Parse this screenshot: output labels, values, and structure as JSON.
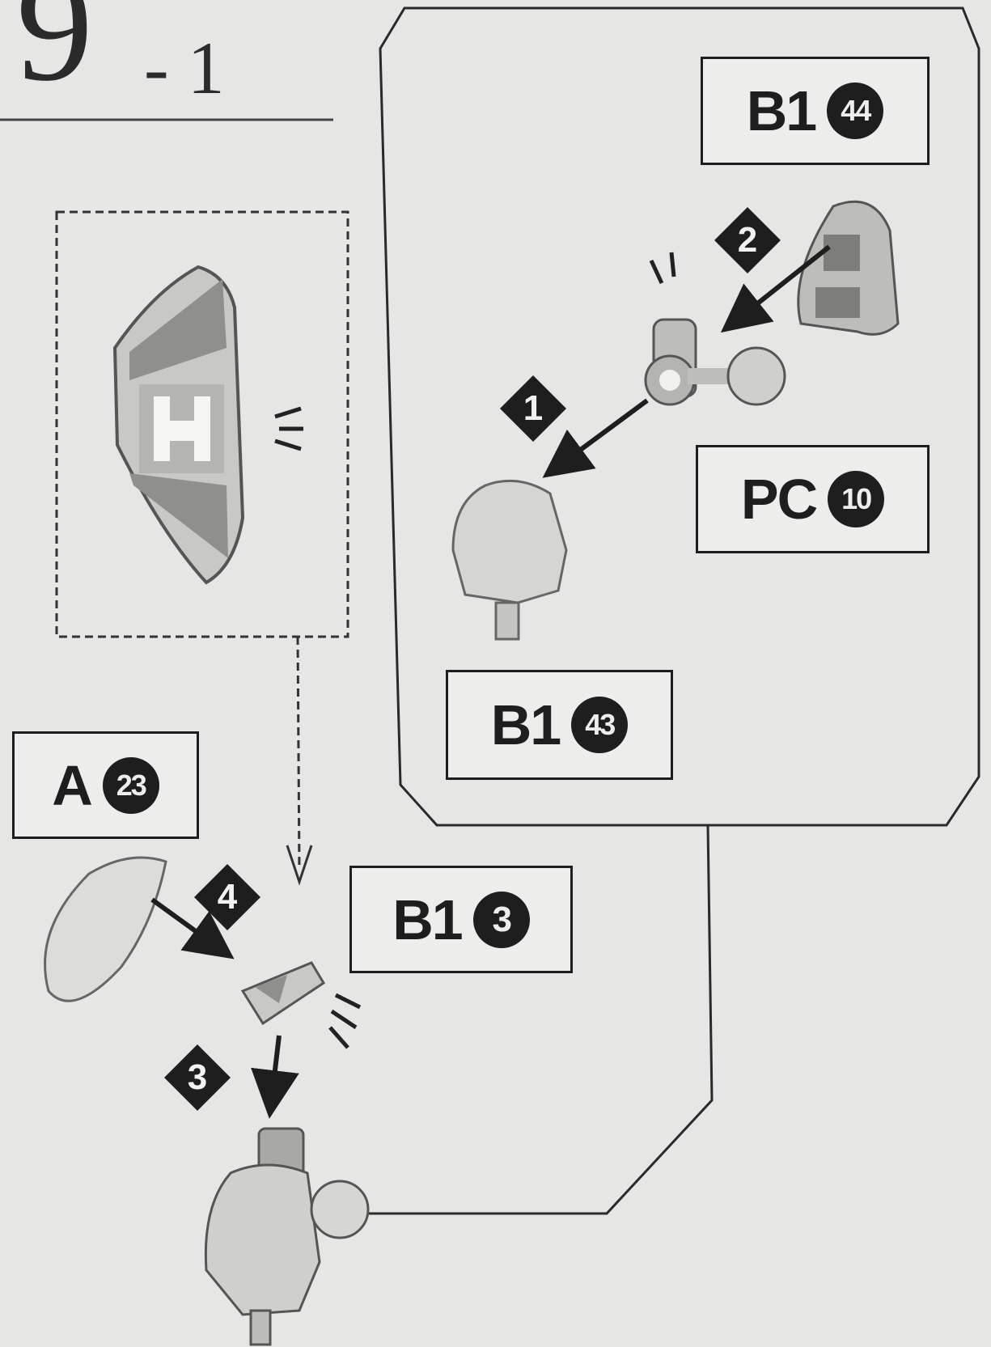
{
  "step": {
    "number": "9",
    "sub": "- 1"
  },
  "labels": {
    "b1_44": {
      "part": "B1",
      "num": "44"
    },
    "pc_10": {
      "part": "PC",
      "num": "10"
    },
    "b1_43": {
      "part": "B1",
      "num": "43"
    },
    "a_23": {
      "part": "A",
      "num": "23"
    },
    "b1_3": {
      "part": "B1",
      "num": "3"
    }
  },
  "order_markers": [
    "1",
    "2",
    "3",
    "4"
  ],
  "colors": {
    "ink": "#1e1e1e",
    "paper": "#e6e6e4",
    "part_fill": "#cfcfcc"
  }
}
